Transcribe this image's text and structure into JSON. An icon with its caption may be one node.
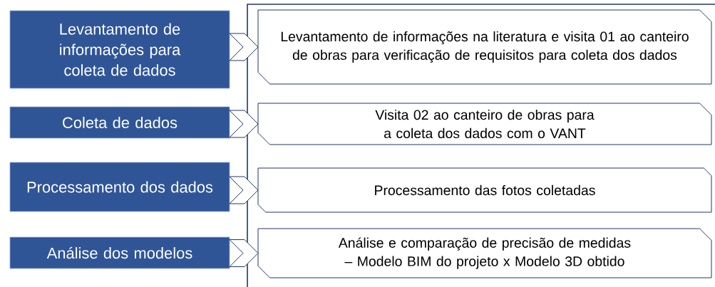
{
  "diagram": {
    "nodes": [
      {
        "text": [
          "Levantamento de informações para coleta de dados"
        ]
      },
      {
        "text": [
          "Coleta de dados"
        ]
      },
      {
        "text": [
          "Processamento dos dados"
        ]
      },
      {
        "text": [
          "Análise dos modelos"
        ]
      },
      {
        "text": [
          "Levantamento de informações na literatura e visita 01 ao canteiro de obras para verificação de requisitos para coleta dos dados"
        ]
      },
      {
        "text": [
          "Visita 02 ao canteiro de obras para a coleta dos dados com o VANT"
        ]
      },
      {
        "text": [
          "Processamento das fotos coletadas"
        ]
      },
      {
        "text": [
          "Análise e comparação de precisão de medidas – Modelo BIM do projeto x Modelo 3D obtido"
        ]
      }
    ],
    "edges": [
      {
        "from": 0,
        "to": 4,
        "arrow": "to"
      },
      {
        "from": 1,
        "to": 5,
        "arrow": "to"
      },
      {
        "from": 2,
        "to": 6,
        "arrow": "to"
      },
      {
        "from": 3,
        "to": 7,
        "arrow": "to"
      }
    ]
  }
}
